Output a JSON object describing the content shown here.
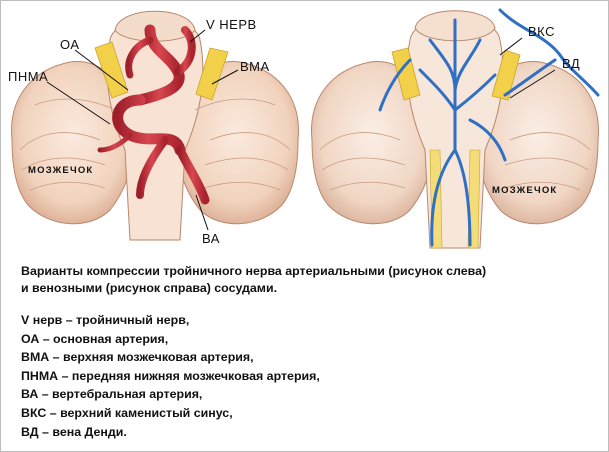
{
  "left_figure": {
    "labels": {
      "v_nerve": "V НЕРВ",
      "oa": "ОА",
      "vma": "ВМА",
      "pnma": "ПНМА",
      "cerebellum": "МОЗЖЕЧОК",
      "va": "ВА"
    }
  },
  "right_figure": {
    "labels": {
      "vks": "ВКС",
      "vd": "ВД",
      "cerebellum": "МОЗЖЕЧОК"
    }
  },
  "caption": {
    "line1": "Варианты компрессии тройничного нерва артериальными (рисунок слева)",
    "line2": "и венозными (рисунок справа) сосудами."
  },
  "legend": [
    "V нерв – тройничный нерв,",
    "ОА – основная артерия,",
    "ВМА – верхняя мозжечковая артерия,",
    "ПНМА – передняя нижняя мозжечковая артерия,",
    "ВА – вертебральная артерия,",
    "ВКС – верхний каменистый синус,",
    "ВД – вена Денди."
  ],
  "colors": {
    "artery": "#c8323c",
    "vein": "#2f6fc4",
    "tissue": "#f3d9c6",
    "nerve": "#f2d04a"
  }
}
